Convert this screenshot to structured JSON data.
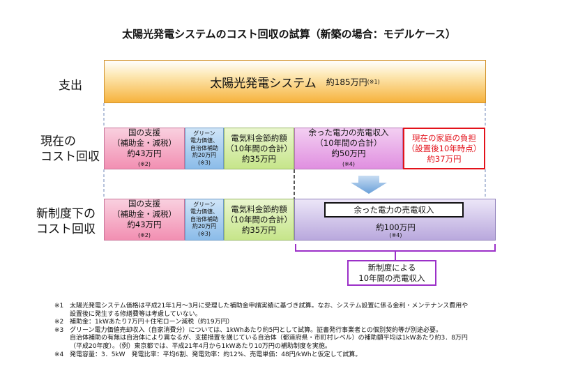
{
  "title": "太陽光発電システムのコスト回収の試算（新築の場合：モデルケース）",
  "rows": {
    "expense": "支出",
    "current": [
      "現在の",
      "コスト回収"
    ],
    "new": [
      "新制度下の",
      "コスト回収"
    ]
  },
  "system_box": {
    "name": "太陽光発電システム",
    "price": "約185万円",
    "ref": "(※1)"
  },
  "current_boxes": {
    "subsidy": {
      "l1": "国の支援",
      "l2": "（補助金・減税）",
      "l3": "約43万円",
      "ref": "(※2)"
    },
    "green": {
      "l1": "グリーン",
      "l2": "電力価値、",
      "l3": "自治体補助",
      "l4": "約20万円",
      "ref": "(※3)"
    },
    "savings": {
      "l1": "電気料金節約額",
      "l2": "（10年間の合計）",
      "l3": "約35万円"
    },
    "surplus": {
      "l1": "余った電力の売電収入",
      "l2": "（10年間の合計）",
      "l3": "約50万円",
      "ref": "(※4)"
    },
    "burden": {
      "l1": "現在の家庭の負担",
      "l2": "（設置後10年時点）",
      "l3": "約37万円"
    }
  },
  "new_boxes": {
    "subsidy": {
      "l1": "国の支援",
      "l2": "（補助金・減税）",
      "l3": "約43万円",
      "ref": "(※2)"
    },
    "green": {
      "l1": "グリーン",
      "l2": "電力価値、",
      "l3": "自治体補助",
      "l4": "約20万円",
      "ref": "(※3)"
    },
    "savings": {
      "l1": "電気料金節約額",
      "l2": "（10年間の合計）",
      "l3": "約35万円"
    },
    "surplus": {
      "l1": "余った電力の売電収入",
      "l2": "約100万円",
      "ref": "(※4)"
    }
  },
  "callout": {
    "l1": "新制度による",
    "l2": "10年間の売電収入"
  },
  "notes": [
    {
      "mark": "※1",
      "lines": [
        "太陽光発電システム価格は平成21年1月～3月に受理した補助金申請実績に基づき試算。なお、システム設置に係る金利・メンテナンス費用や",
        "設置後に発生する修繕費等は考慮していない。"
      ]
    },
    {
      "mark": "※2",
      "lines": [
        "補助金：1kWあたり7万円＋住宅ローン減税（約19万円）"
      ]
    },
    {
      "mark": "※3",
      "lines": [
        "グリーン電力価値売却収入（自家消費分）については、1kWhあたり約5円として試算。証書発行事業者との個別契約等が別途必要。",
        "自治体補助の有無は自治体により異なるが、支援措置を講じている自治体（都道府県・市町村レベル）の補助額平均は1kWあたり約3．8万円",
        "（平成20年度）。（例）東京都では、平成21年4月から1kWあたり10万円の補助制度を実施。"
      ]
    },
    {
      "mark": "※4",
      "lines": [
        "発電容量：3．5kW　発電比率：平均6割、発電効率：約12%、売電単価：48円/kWhと仮定して試算。"
      ]
    }
  ],
  "colors": {
    "subsidy": "#f6a9c5",
    "green_value": "#a9cdef",
    "savings": "#d5ed9c",
    "surplus": "#eaa9ea",
    "new_surplus": "#cfc4ea",
    "burden_border": "#e3121b",
    "bracket": "#9b30c8",
    "arrow": "#7faedc",
    "system": "#f7bb4a"
  }
}
